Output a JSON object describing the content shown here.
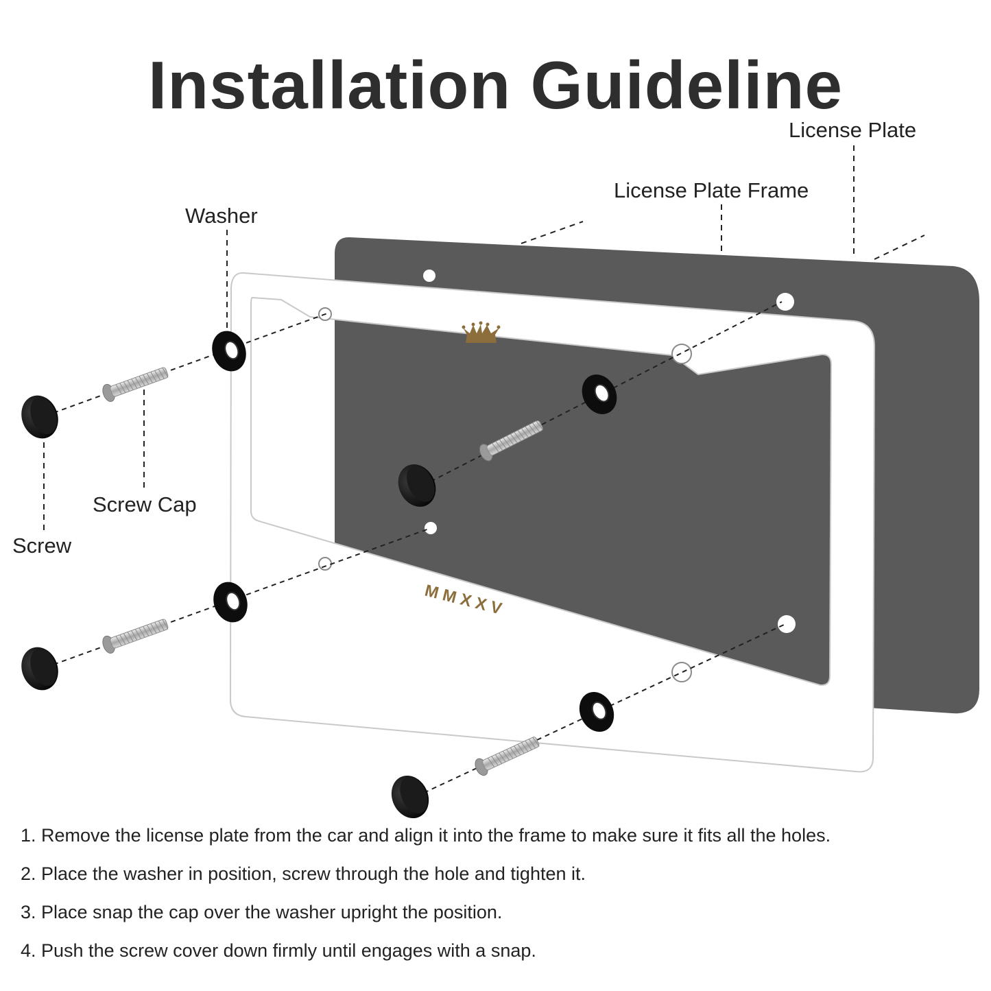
{
  "title": "Installation Guideline",
  "labels": {
    "license_plate": "License Plate",
    "license_plate_frame": "License Plate Frame",
    "washer": "Washer",
    "screw_cap": "Screw Cap",
    "screw": "Screw"
  },
  "frame_text": {
    "bottom": "M M X X V"
  },
  "icons": {
    "frame_top": "crown-icon"
  },
  "colors": {
    "plate": "#5a5a5a",
    "frame": "#ffffff",
    "accent_gold": "#8c6e3c",
    "hardware_black": "#111111",
    "screw_silver": "#c4c4c4"
  },
  "steps": [
    "1. Remove the license plate from the car and align it into the frame to make sure it fits all the holes.",
    "2. Place the washer in position, screw through the hole and tighten it.",
    "3. Place snap the cap over the washer upright the position.",
    "4. Push the screw cover down firmly until engages with a snap."
  ]
}
